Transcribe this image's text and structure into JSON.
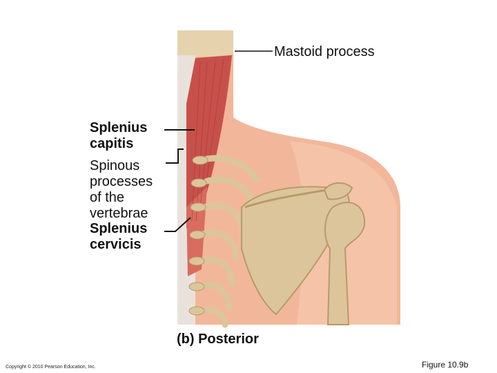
{
  "labels": {
    "mastoid": "Mastoid process",
    "splenius_capitis": "Splenius\ncapitis",
    "spinous": "Spinous\nprocesses\nof the\nvertebrae",
    "splenius_cervicis": "Splenius\ncervicis"
  },
  "caption": "(b) Posterior",
  "copyright": "Copyright © 2010 Pearson Education, Inc.",
  "figure_number": "Figure 10.9b",
  "colors": {
    "skin": "#f2b79a",
    "skin_light": "#f8d7c5",
    "bone": "#dcc59b",
    "bone_dark": "#b79a6a",
    "muscle": "#c8504a",
    "muscle_light": "#e07a6c"
  }
}
